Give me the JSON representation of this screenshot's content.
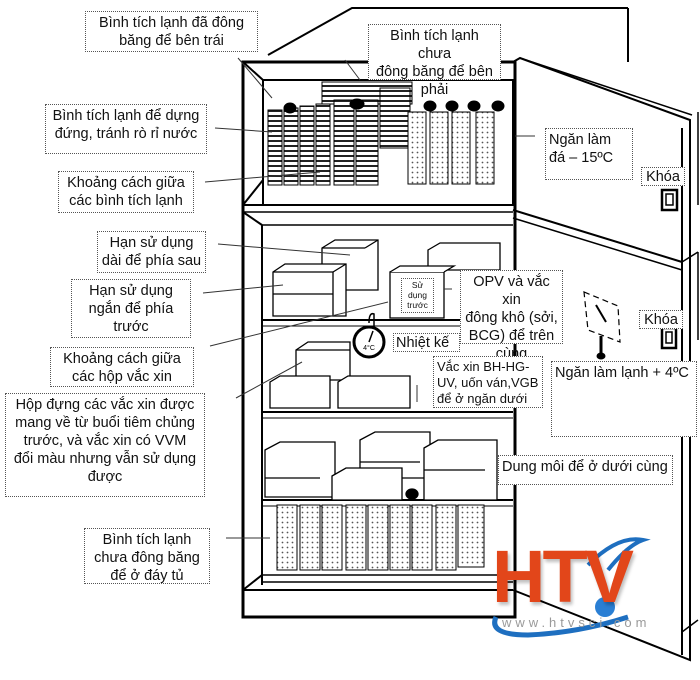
{
  "diagram": {
    "title": "Vaccine refrigerator storage layout",
    "colors": {
      "line": "#000000",
      "logo_orange": "#e2461a",
      "logo_blue": "#1e6fc0"
    }
  },
  "labels": {
    "frozen_ice_packs_left": "Bình tích lạnh đã đông\nbăng để bên trái",
    "unfrozen_ice_packs_right": "Bình tích lạnh chưa\nđông băng để bên\nphải",
    "ice_packs_upright": "Bình tích lạnh để dựng\nđứng, tránh rò rỉ nước",
    "ice_pack_spacing": "Khoảng cách giữa\ncác bình tích lạnh",
    "freezer_compartment": "Ngăn làm\nđá – 15ºC",
    "lock_top": "Khóa",
    "long_expiry_back": "Hạn sử dụng\ndài để phía sau",
    "short_expiry_front": "Hạn sử dụng\nngắn để phía\ntrước",
    "vaccine_box_spacing": "Khoảng cách giữa\ncác hộp vắc xin",
    "returned_vaccine_box": "Hộp đựng các vắc xin được\nmang về từ buổi tiêm chủng\ntrước, và vắc xin có VVM\nđổi màu nhưng vẫn sử dụng\nđược",
    "opv_top_shelf": "OPV và vắc xin\nđông khô (sởi,\nBCG) để trên\ncùng",
    "use_first_tag": "Sử\ndụng\ntrước",
    "thermometer": "Nhiệt kế",
    "thermometer_reading": "4°C",
    "lock_bottom": "Khóa",
    "dtp_lower_shelf": "Vắc xin BH-HG-\nUV, uốn  ván,VGB\nđể ở ngăn dưới",
    "fridge_compartment": "Ngăn làm lạnh + 4ºC",
    "diluent_bottom": "Dung môi để ở dưới cùng",
    "unfrozen_ice_packs_bottom": "Bình tích lạnh\nchưa đông băng\nđể ở đáy tủ"
  },
  "logo": {
    "text": "HTV",
    "url": "www.htvsci.com"
  }
}
